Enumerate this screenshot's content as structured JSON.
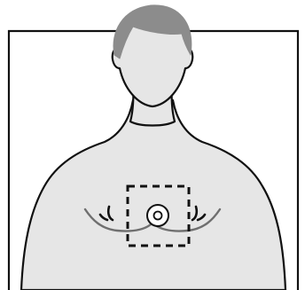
{
  "figure": {
    "subject": "torso-outline-with-electrode-placement",
    "elements": {
      "frame": "rectangle-frame",
      "hair": "hair",
      "head": "head",
      "neck": "neck",
      "torso": "torso",
      "pectoral_lines": "pectoral-lines",
      "nipple_marks": "nipple-marks",
      "placement_zone": "dashed-square",
      "electrode": "target-electrode-icon"
    }
  },
  "colors": {
    "background": "#ffffff",
    "skin": "#e6e6e6",
    "hair": "#8c8c8c",
    "outline": "#111111",
    "pectoral": "#6f6f6f",
    "dashed_box": "#111111",
    "electrode_ring": "#111111",
    "electrode_fill": "#ffffff"
  }
}
